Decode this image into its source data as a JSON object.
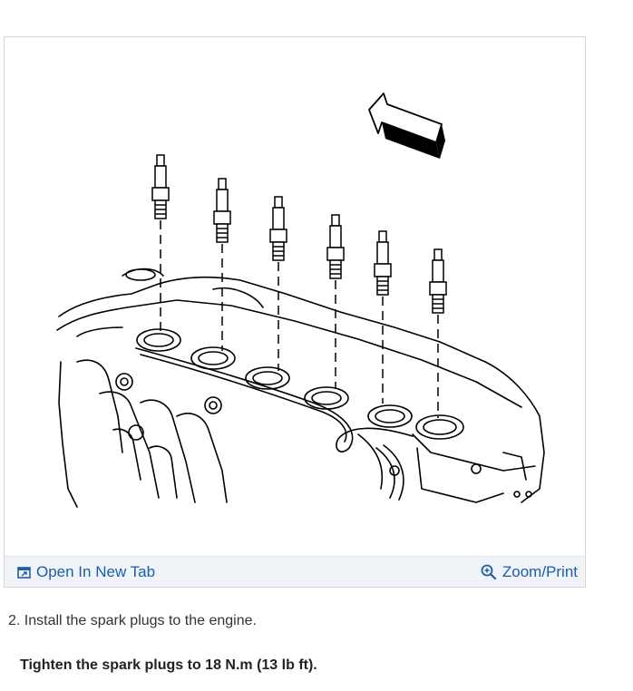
{
  "figure": {
    "image_alt": "Spark plug installation diagram",
    "open_tab_label": "Open In New Tab",
    "open_tab_icon": "open-new-tab-icon",
    "zoom_label": "Zoom/Print",
    "zoom_icon": "zoom-in-icon",
    "link_color": "#1c5ea8",
    "toolbar_bg": "#f0f3f8"
  },
  "content": {
    "step": "2. Install the spark plugs to the engine.",
    "note": "Tighten the spark plugs to 18 N.m (13 lb ft)."
  }
}
